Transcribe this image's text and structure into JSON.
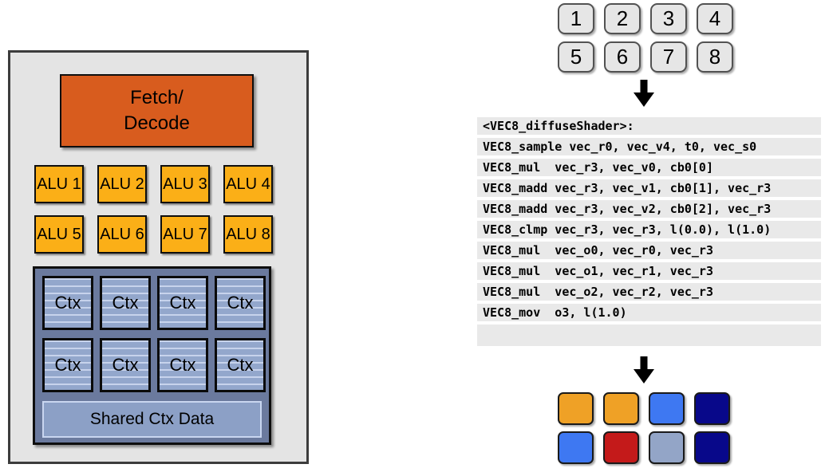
{
  "core_panel": {
    "fetch_decode": {
      "line1": "Fetch/",
      "line2": "Decode"
    },
    "alu_labels": [
      "ALU 1",
      "ALU 2",
      "ALU 3",
      "ALU 4",
      "ALU 5",
      "ALU 6",
      "ALU 7",
      "ALU 8"
    ],
    "ctx_labels": [
      "Ctx",
      "Ctx",
      "Ctx",
      "Ctx",
      "Ctx",
      "Ctx",
      "Ctx",
      "Ctx"
    ],
    "shared_ctx_label": "Shared Ctx Data"
  },
  "fragment_queue": {
    "labels": [
      "1",
      "2",
      "3",
      "4",
      "5",
      "6",
      "7",
      "8"
    ]
  },
  "shader_code": {
    "lines": [
      "<VEC8_diffuseShader>:",
      "VEC8_sample vec_r0, vec_v4, t0, vec_s0",
      "VEC8_mul  vec_r3, vec_v0, cb0[0]",
      "VEC8_madd vec_r3, vec_v1, cb0[1], vec_r3",
      "VEC8_madd vec_r3, vec_v2, cb0[2], vec_r3",
      "VEC8_clmp vec_r3, vec_r3, l(0.0), l(1.0)",
      "VEC8_mul  vec_o0, vec_r0, vec_r3",
      "VEC8_mul  vec_o1, vec_r1, vec_r3",
      "VEC8_mul  vec_o2, vec_r2, vec_r3",
      "VEC8_mov  o3, l(1.0)",
      ""
    ]
  },
  "output_pixels": {
    "colors": [
      "#EFA126",
      "#EFA126",
      "#3E78F2",
      "#08088A",
      "#3E78F2",
      "#C41A1A",
      "#93A5C7",
      "#08088A"
    ]
  },
  "palette": {
    "panel_fill": "#E4E4E4",
    "fetch_decode_fill": "#D85C1E",
    "alu_fill": "#FBAF17",
    "ctx_panel_fill": "#6B7A9E",
    "ctx_box_fill": "#93A7CC",
    "ctx_box_stripe": "#C7D3EC",
    "shared_bar_fill": "#8CA0C6",
    "code_row_fill": "#E9E9E9",
    "chip_fill": "#E6E6E6",
    "arrow_color": "#000000"
  }
}
